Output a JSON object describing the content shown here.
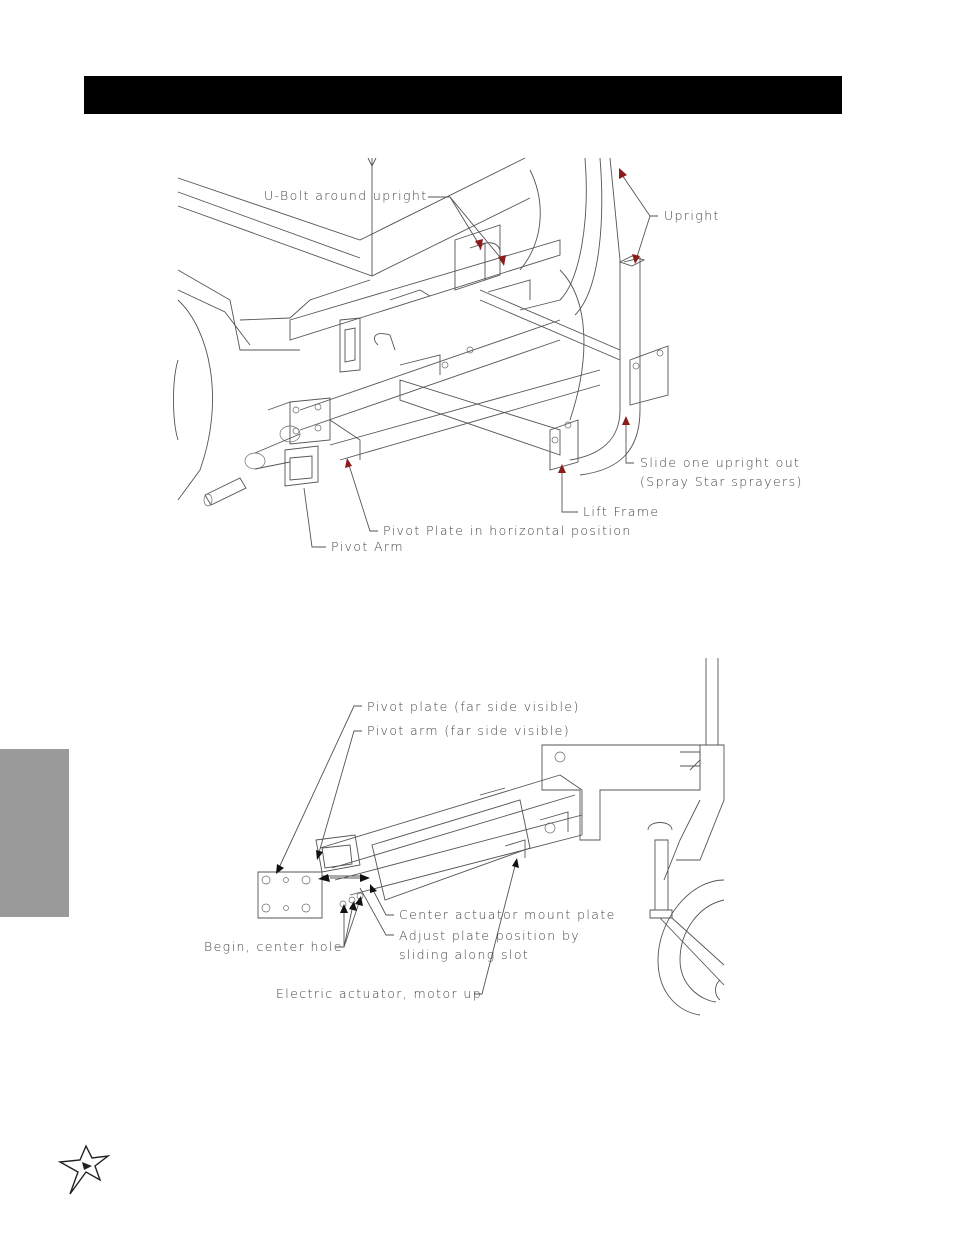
{
  "page": {
    "header_bar_color": "#000000",
    "side_tab_color": "#9a9a9a"
  },
  "figure1": {
    "labels": {
      "ubolt": "U-Bolt around upright",
      "upright": "Upright",
      "slide_line1": "Slide one upright out",
      "slide_line2": "(Spray Star sprayers)",
      "lift_frame": "Lift Frame",
      "pivot_plate": "Pivot Plate in horizontal position",
      "pivot_arm": "Pivot Arm"
    }
  },
  "figure2": {
    "labels": {
      "pivot_plate_far": "Pivot plate (far side visible)",
      "pivot_arm_far": "Pivot arm (far side visible)",
      "center_plate": "Center actuator mount plate",
      "adjust_line1": "Adjust plate position by",
      "adjust_line2": "sliding along slot",
      "begin_center": "Begin, center hole",
      "electric_actuator": "Electric actuator, motor up"
    }
  },
  "footer": {
    "logo_icon": "star-logo-icon"
  }
}
